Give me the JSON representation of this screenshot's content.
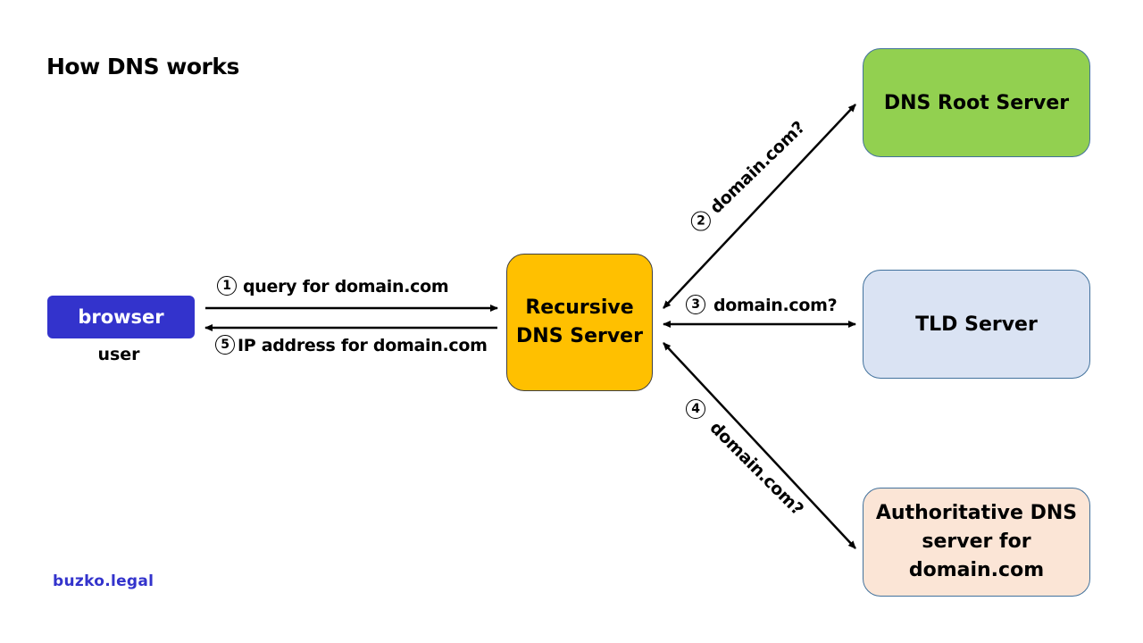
{
  "title": "How DNS works",
  "nodes": {
    "browser": {
      "label": "browser",
      "sublabel": "user",
      "color": "#3333cc"
    },
    "recursive": {
      "line1": "Recursive",
      "line2": "DNS Server",
      "color": "#ffc000"
    },
    "root": {
      "label": "DNS Root Server",
      "color": "#92d050"
    },
    "tld": {
      "label": "TLD Server",
      "color": "#dae3f3"
    },
    "authoritative": {
      "line1": "Authoritative DNS",
      "line2": "server for",
      "line3": "domain.com",
      "color": "#fbe5d6"
    }
  },
  "steps": [
    {
      "number": "1",
      "text": "query for domain.com"
    },
    {
      "number": "2",
      "text": "domain.com?"
    },
    {
      "number": "3",
      "text": "domain.com?"
    },
    {
      "number": "4",
      "text": "domain.com?"
    },
    {
      "number": "5",
      "text": "IP address for domain.com"
    }
  ],
  "footer": {
    "brand": "buzko.legal"
  }
}
